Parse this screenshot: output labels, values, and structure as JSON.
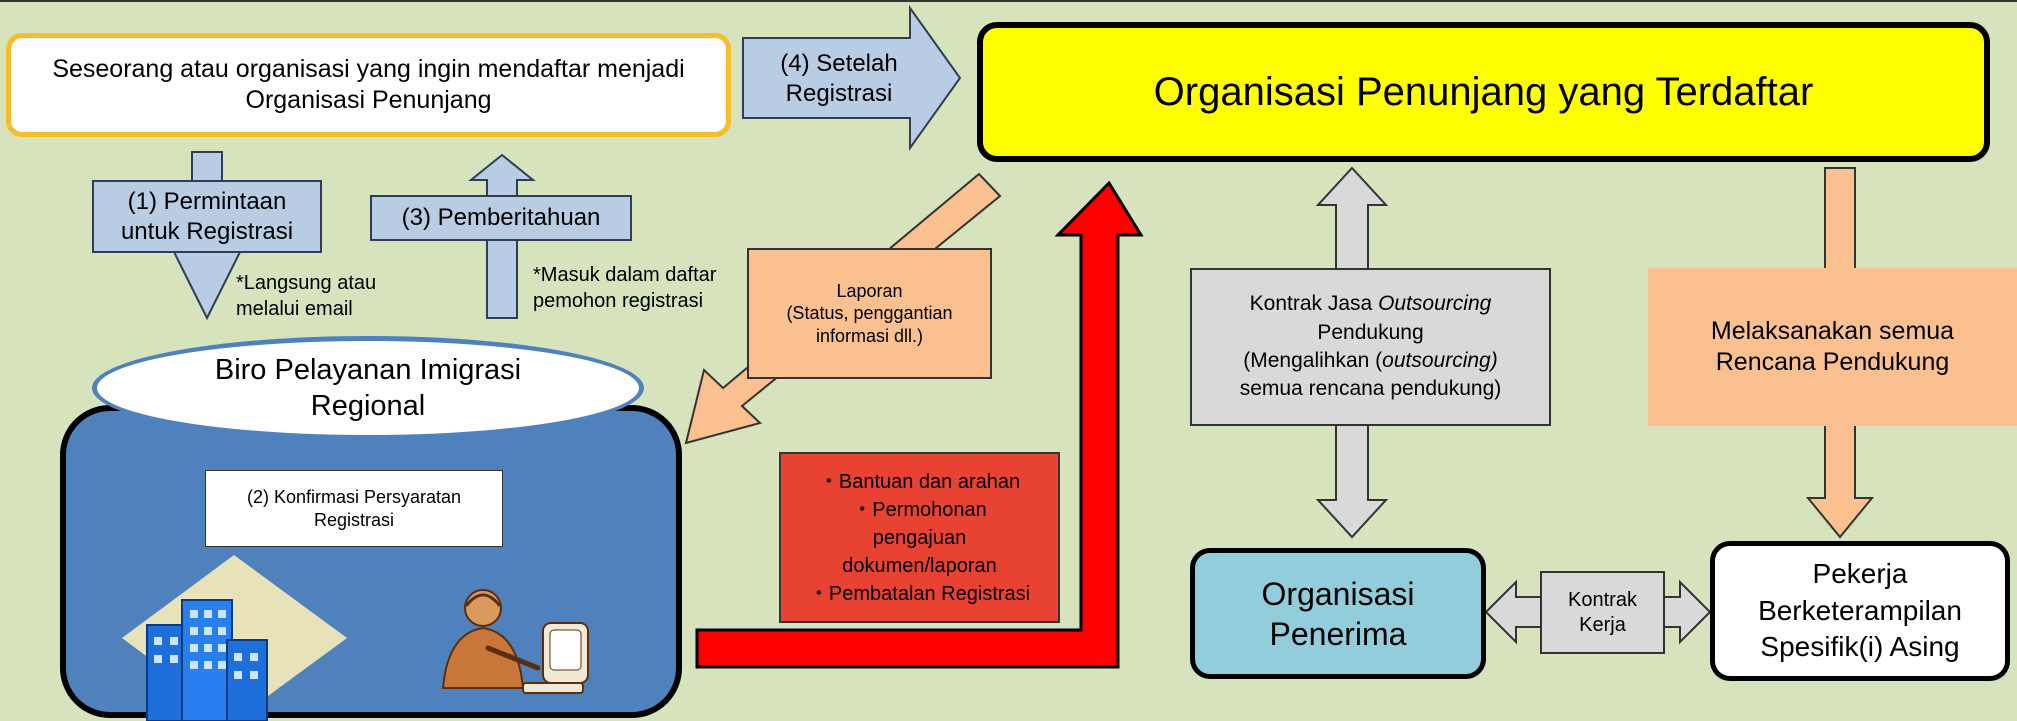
{
  "applicant": {
    "line1": "Seseorang atau organisasi yang ingin mendaftar menjadi",
    "line2": "Organisasi Penunjang"
  },
  "registered_org": "Organisasi Penunjang yang Terdaftar",
  "step1": {
    "line1": "(1) Permintaan",
    "line2": "untuk Registrasi"
  },
  "step1_note": {
    "line1": "*Langsung atau",
    "line2": "melalui email"
  },
  "step3": "(3) Pemberitahuan",
  "step3_note": {
    "line1": "*Masuk dalam daftar",
    "line2": "pemohon registrasi"
  },
  "step4": {
    "line1": "(4) Setelah",
    "line2": "Registrasi"
  },
  "bureau": {
    "line1": "Biro Pelayanan Imigrasi",
    "line2": "Regional"
  },
  "step2": {
    "line1": "(2) Konfirmasi Persyaratan",
    "line2": "Registrasi"
  },
  "report": {
    "line1": "Laporan",
    "line2": "(Status, penggantian",
    "line3": "informasi dll.)"
  },
  "support": {
    "line1": "・Bantuan dan arahan",
    "line2": "・Permohonan",
    "line3": "pengajuan",
    "line4": "dokumen/laporan",
    "line5": "・Pembatalan Registrasi"
  },
  "outsourcing": {
    "pre": "Kontrak Jasa ",
    "italic": "Outsourcing",
    "line2": "Pendukung",
    "line3_pre": "(Mengalihkan (",
    "line3_italic": "outsourcing)",
    "line4": "semua rencana pendukung)"
  },
  "implement": {
    "line1": "Melaksanakan semua",
    "line2": "Rencana Pendukung"
  },
  "receiver": {
    "line1": "Organisasi",
    "line2": "Penerima"
  },
  "worker": {
    "line1": "Pekerja",
    "line2": "Berketerampilan",
    "line3": "Spesifik(i)  Asing"
  },
  "contract_work": {
    "line1": "Kontrak",
    "line2": "Kerja"
  },
  "colors": {
    "background": "#d6e3bc",
    "registered_fill": "#ffff00",
    "applicant_border": "#f7bd2b",
    "blue_label": "#b8cce4",
    "bureau_fill": "#4f81bd",
    "report_fill": "#fac090",
    "support_fill": "#e84232",
    "red_arrow": "#ff0000",
    "grey_fill": "#d9d9d9",
    "receiver_fill": "#92cddc"
  },
  "icons": [
    "office-building-icon",
    "office-worker-at-computer-icon"
  ]
}
